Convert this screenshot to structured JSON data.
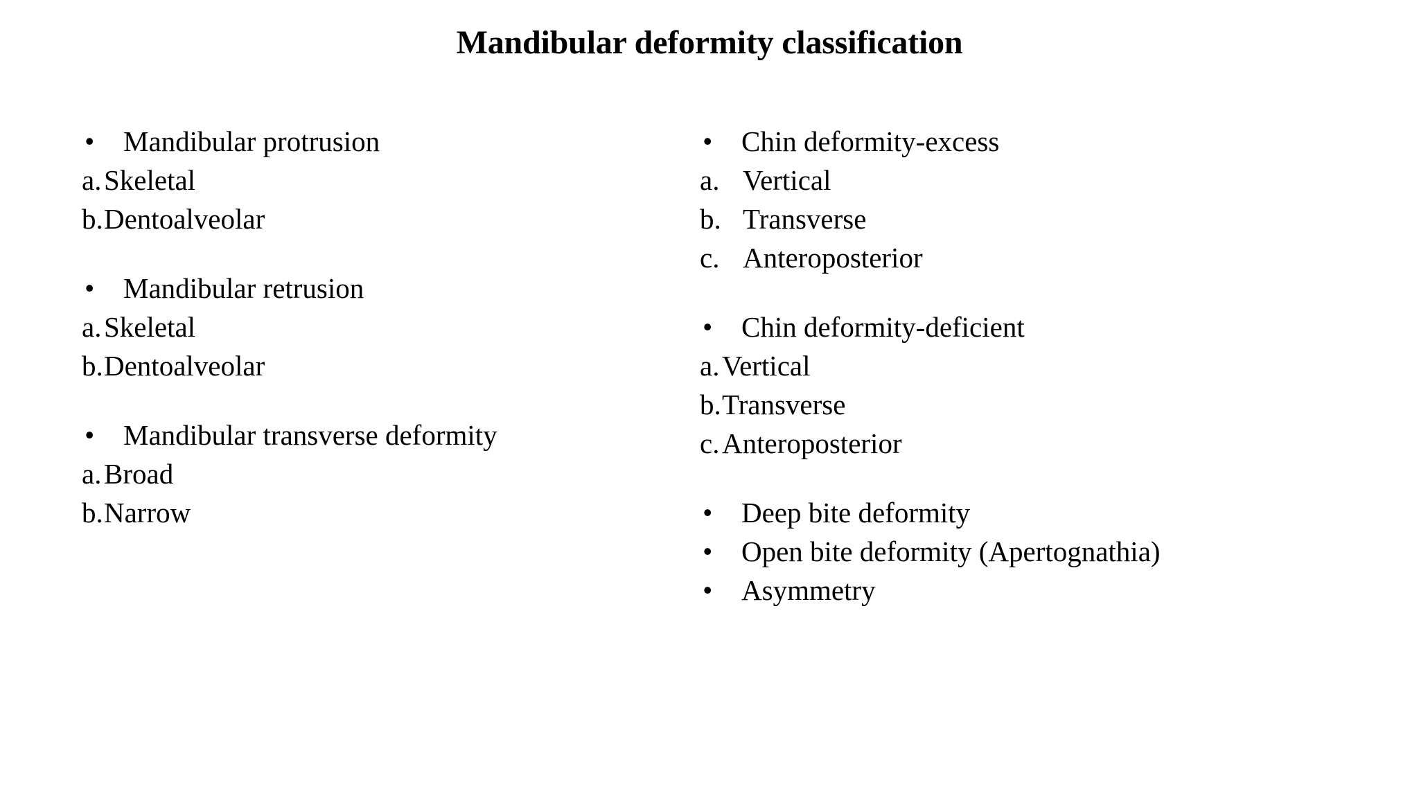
{
  "slide": {
    "title": "Mandibular deformity classification",
    "bullet_glyph": "•",
    "background_color": "#ffffff",
    "text_color": "#000000"
  },
  "columns": {
    "left": [
      {
        "heading": "Mandibular protrusion",
        "items": [
          {
            "letter": "a.",
            "label": "Skeletal"
          },
          {
            "letter": "b.",
            "label": "Dentoalveolar"
          }
        ]
      },
      {
        "heading": "Mandibular retrusion",
        "items": [
          {
            "letter": "a.",
            "label": "Skeletal"
          },
          {
            "letter": "b.",
            "label": "Dentoalveolar"
          }
        ]
      },
      {
        "heading": "Mandibular transverse deformity",
        "items": [
          {
            "letter": "a.",
            "label": "Broad"
          },
          {
            "letter": "b.",
            "label": "Narrow"
          }
        ]
      }
    ],
    "right": [
      {
        "heading": "Chin deformity-excess",
        "items": [
          {
            "letter": "a.",
            "label": "Vertical"
          },
          {
            "letter": "b.",
            "label": "Transverse"
          },
          {
            "letter": "c.",
            "label": "Anteroposterior"
          }
        ]
      },
      {
        "heading": "Chin deformity-deficient",
        "items": [
          {
            "letter": "a.",
            "label": "Vertical"
          },
          {
            "letter": "b.",
            "label": "Transverse"
          },
          {
            "letter": "c.",
            "label": "Anteroposterior"
          }
        ]
      },
      {
        "bullets": [
          "Deep bite deformity",
          "Open bite deformity (Apertognathia)",
          "Asymmetry"
        ]
      }
    ]
  }
}
